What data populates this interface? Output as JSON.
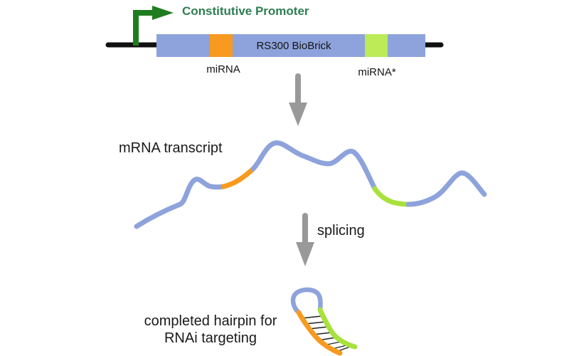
{
  "diagram": {
    "construct": {
      "promoter_label": "Constitutive Promoter",
      "backbone_label": "RS300 BioBrick",
      "mirna_label": "miRNA",
      "mirna_star_label": "miRNA*"
    },
    "transcript": {
      "label": "mRNA transcript"
    },
    "process": {
      "label": "splicing"
    },
    "hairpin": {
      "label_line1": "completed hairpin for",
      "label_line2": "RNAi targeting"
    }
  },
  "icons": {
    "promoter_icon": "bent-arrow-transcription-start",
    "flow_icon": "down-arrow"
  },
  "colors": {
    "backbone_blue": "#8ea3dc",
    "mirna_orange": "#f79a1f",
    "mirna_star_green": "#bdea57",
    "strand_green": "#a9e13c",
    "promoter_arrow_green": "#1f7d1f",
    "promoter_text_green": "#2e7d52",
    "dna_black": "#111111",
    "flow_arrow_gray": "#999999",
    "hatch_black": "#222222",
    "text_black": "#1a1a1a"
  }
}
